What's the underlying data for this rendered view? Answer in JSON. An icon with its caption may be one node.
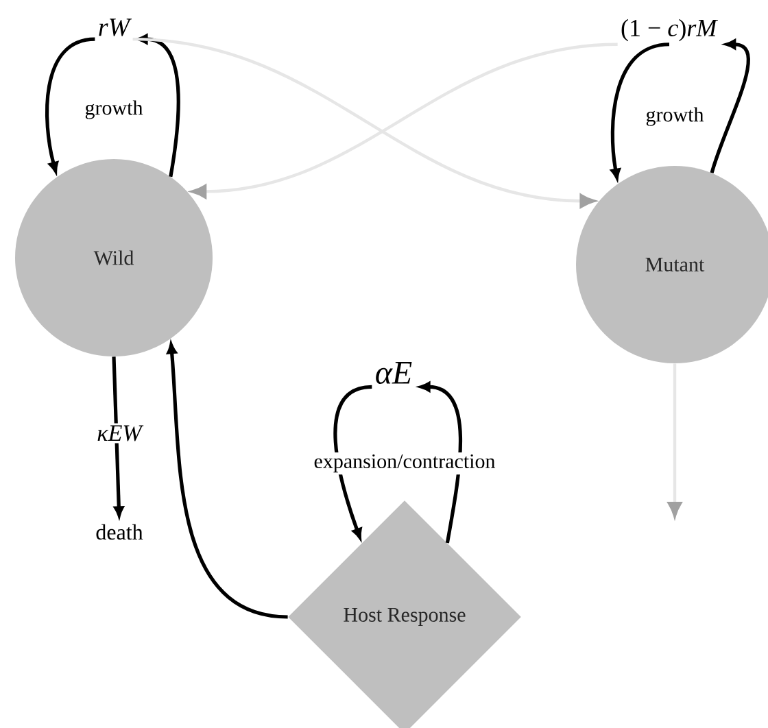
{
  "diagram": {
    "nodes": [
      {
        "text": [
          "rW"
        ]
      },
      {
        "text": [
          "Wild"
        ]
      },
      {
        "text": [
          "(1 − *c*)*rM*"
        ]
      },
      {
        "text": [
          "Mutant"
        ]
      },
      {
        "text": [
          "death"
        ]
      },
      {
        "text": [
          "αE"
        ]
      },
      {
        "text": [
          "Host Response"
        ]
      }
    ],
    "edges": [
      {
        "from": 1,
        "to": 0,
        "arrow": "to"
      },
      {
        "from": 0,
        "to": 1,
        "arrow": "to",
        "label": "growth"
      },
      {
        "from": 0,
        "to": 3,
        "arrow": "to",
        "color": "#e6e6e6"
      },
      {
        "from": 2,
        "to": 1,
        "arrow": "to",
        "color": "#e6e6e6"
      },
      {
        "from": 3,
        "to": 2,
        "arrow": "to"
      },
      {
        "from": 2,
        "to": 3,
        "arrow": "to",
        "label": "growth"
      },
      {
        "from": 1,
        "to": 4,
        "arrow": "to",
        "label": "κEW"
      },
      {
        "from": 6,
        "to": 1,
        "arrow": "to"
      },
      {
        "from": 6,
        "to": 5,
        "arrow": "to"
      },
      {
        "from": 5,
        "to": 6,
        "arrow": "to",
        "label": "expansion/contraction"
      },
      {
        "from": 3,
        "to": null,
        "arrow": "to",
        "color": "#e6e6e6"
      }
    ]
  }
}
